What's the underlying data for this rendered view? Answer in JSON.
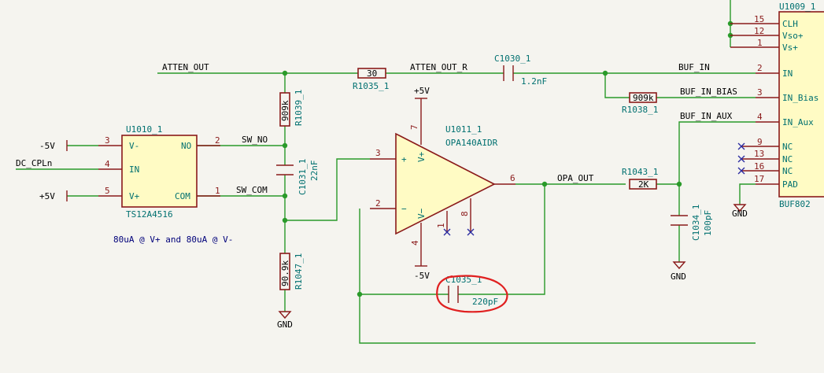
{
  "nets": {
    "atten_out": "ATTEN_OUT",
    "atten_out_r": "ATTEN_OUT_R",
    "buf_in": "BUF_IN",
    "buf_in_bias": "BUF_IN_BIAS",
    "buf_in_aux": "BUF_IN_AUX",
    "dc_cpln": "DC_CPLn",
    "sw_no": "SW_NO",
    "sw_com": "SW_COM",
    "opa_out": "OPA_OUT"
  },
  "power": {
    "neg5_left": "-5V",
    "pos5_left": "+5V",
    "pos5_top": "+5V",
    "neg5_bottom": "-5V",
    "gnd_r1047": "GND",
    "gnd_c1034": "GND",
    "gnd_pad": "GND"
  },
  "components": {
    "r1035": {
      "ref": "R1035_1",
      "value": "30"
    },
    "c1030": {
      "ref": "C1030_1",
      "value": "1.2nF"
    },
    "r1038": {
      "ref": "R1038_1",
      "value": "909k"
    },
    "r1039": {
      "ref": "R1039_1",
      "value": "909k"
    },
    "c1031": {
      "ref": "C1031_1",
      "value": "22nF"
    },
    "r1047": {
      "ref": "R1047_1",
      "value": "90.9k"
    },
    "r1043": {
      "ref": "R1043_1",
      "value": "2K"
    },
    "c1034": {
      "ref": "C1034_1",
      "value": "100pF"
    },
    "c1035": {
      "ref": "C1035_1",
      "value": "220pF"
    },
    "u1010": {
      "ref": "U1010_1",
      "value": "TS12A4516",
      "pins": {
        "vneg": "V-",
        "no": "NO",
        "in": "IN",
        "vpos": "V+",
        "com": "COM"
      },
      "pin_numbers": {
        "vneg": "3",
        "no": "2",
        "in": "4",
        "vpos": "5",
        "com": "1"
      }
    },
    "u1011": {
      "ref": "U1011_1",
      "value": "OPA140AIDR",
      "pin_numbers": {
        "noninv": "3",
        "inv": "2",
        "vpos": "7",
        "vneg": "4",
        "out": "6",
        "p1": "1",
        "p8": "8"
      },
      "symbols": {
        "plus": "+",
        "minus": "−",
        "vplus": "V+",
        "vminus": "V−"
      }
    },
    "u1009": {
      "ref": "U1009_1",
      "value": "BUF802",
      "pins": [
        "CLH",
        "Vso+",
        "Vs+",
        "IN",
        "IN_Bias",
        "IN_Aux",
        "NC",
        "NC",
        "NC",
        "PAD"
      ],
      "pin_numbers": [
        "15",
        "12",
        "1",
        "2",
        "3",
        "4",
        "9",
        "13",
        "16",
        "17"
      ]
    }
  },
  "note": "80uA @ V+ and 80uA @ V-",
  "colors": {
    "wire": "#2a9a2a",
    "symbol": "#8a1a1a",
    "fill": "#fffbc4",
    "ref_text": "#007070",
    "highlight": "#e02020",
    "note": "#00007a"
  }
}
